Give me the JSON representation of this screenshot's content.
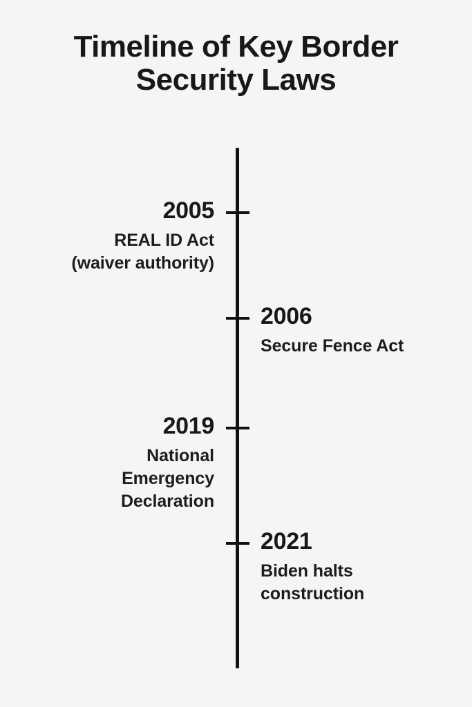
{
  "page": {
    "background_color": "#f6f5f3",
    "text_color": "#17181a",
    "axis_color": "#111214"
  },
  "title": {
    "line1": "Timeline of Key Border",
    "line2": "Security Laws",
    "full": "Timeline of Key Border Security Laws"
  },
  "chart_data": {
    "type": "timeline",
    "title": "Timeline of Key Border Security Laws",
    "orientation": "vertical",
    "axis": {
      "start_year": 2005,
      "end_year": 2021,
      "grid": false
    },
    "events": [
      {
        "year": "2005",
        "label": "REAL ID Act (waiver authority)",
        "label_lines": [
          "REAL ID Act",
          "(waiver authority)"
        ],
        "side": "left"
      },
      {
        "year": "2006",
        "label": "Secure Fence Act",
        "label_lines": [
          "Secure Fence Act"
        ],
        "side": "right"
      },
      {
        "year": "2019",
        "label": "National Emergency Declaration",
        "label_lines": [
          "National",
          "Emergency",
          "Declaration"
        ],
        "side": "left"
      },
      {
        "year": "2021",
        "label": "Biden halts construction",
        "label_lines": [
          "Biden halts",
          "construction"
        ],
        "side": "right"
      }
    ]
  }
}
